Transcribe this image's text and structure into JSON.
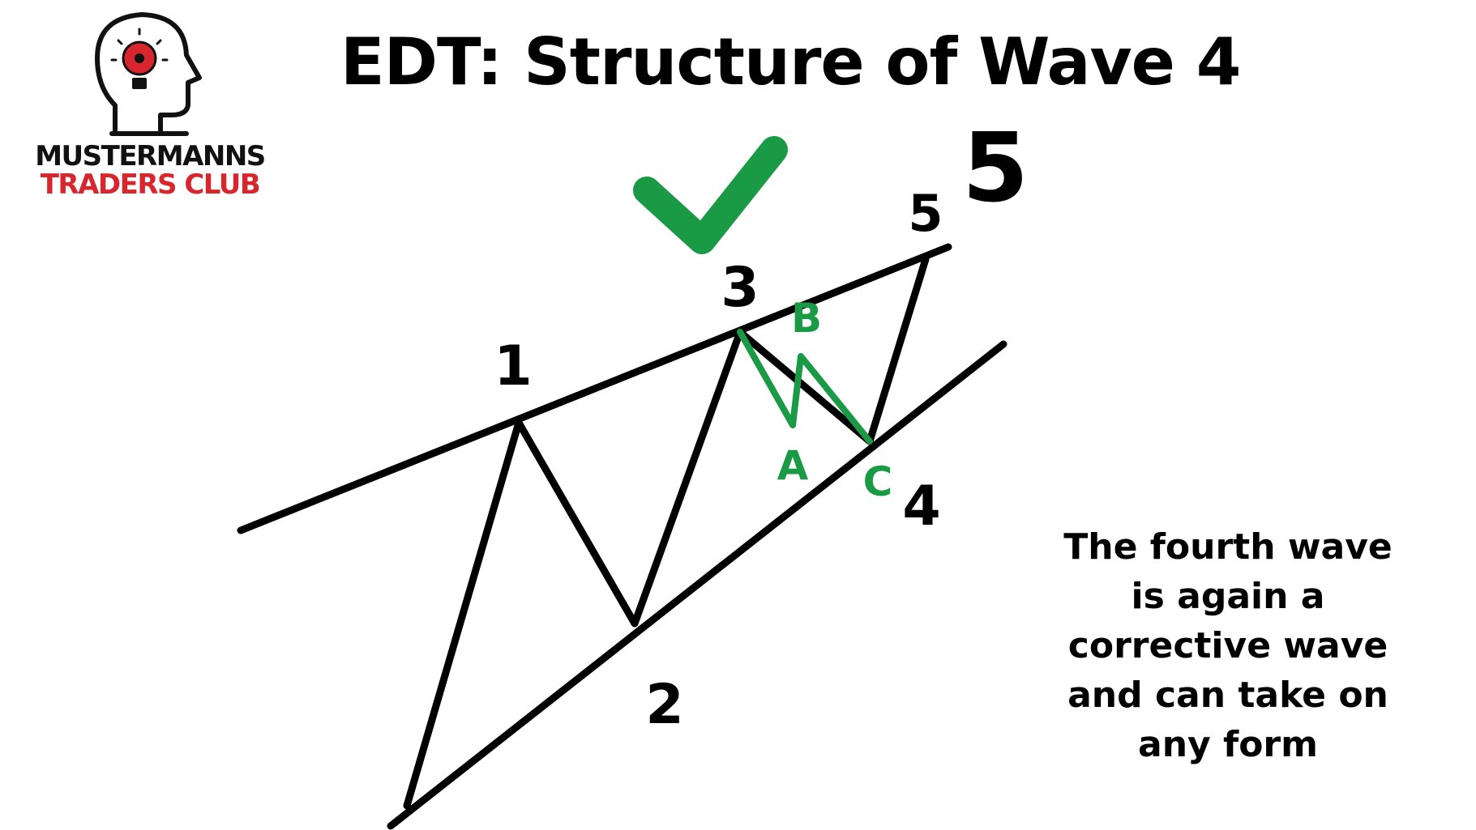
{
  "title": "EDT: Structure of Wave 4",
  "logo": {
    "line1": "MUSTERMANNS",
    "line2": "TRADERS CLUB",
    "icon": "head-lightbulb-gear-icon",
    "colors": {
      "primary": "#000000",
      "accent": "#d7262e"
    }
  },
  "checkmark": {
    "icon": "checkmark-icon",
    "color": "#1a9a45"
  },
  "wave_labels": {
    "w1": "1",
    "w2": "2",
    "w3": "3",
    "w4": "4",
    "w5": "5",
    "w5_large": "5"
  },
  "sub_wave_labels": {
    "a": "A",
    "b": "B",
    "c": "C"
  },
  "colors": {
    "main_wave": "#000000",
    "sub_wave": "#1a9a45"
  },
  "caption": {
    "lines": [
      "The fourth wave",
      "is again a",
      "corrective wave",
      "and can take on",
      "any form"
    ]
  }
}
